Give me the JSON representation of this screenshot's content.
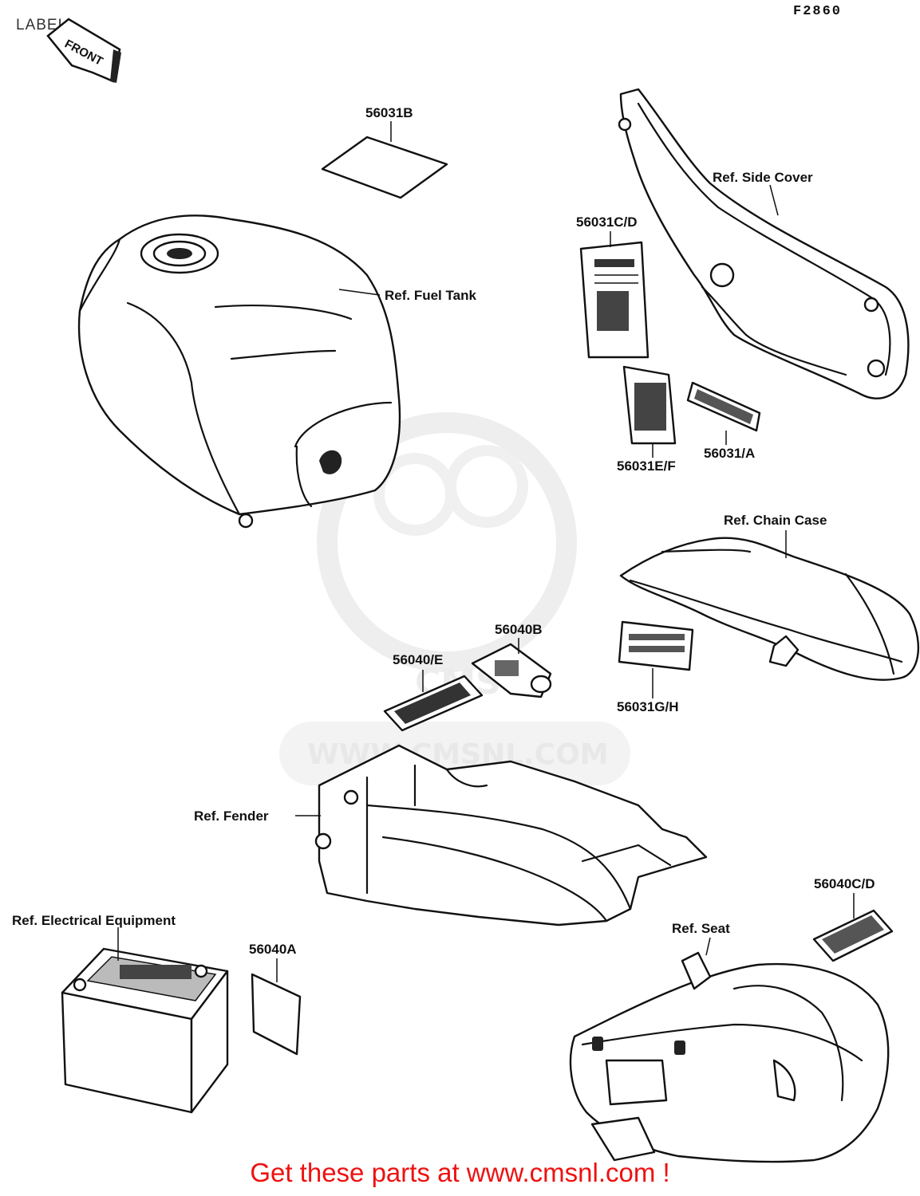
{
  "page_title": "LABEL",
  "figure_code": "F2860",
  "front_arrow": "FRONT",
  "watermark": {
    "brand": "CMS",
    "url": "WWW.CMSNL.COM"
  },
  "part_labels": {
    "p56031b": "56031B",
    "p56031cd": "56031C/D",
    "p56031ef": "56031E/F",
    "p56031a": "56031/A",
    "p56040b": "56040B",
    "p56040e": "56040/E",
    "p56031gh": "56031G/H",
    "p56040cd": "56040C/D",
    "p56040a": "56040A"
  },
  "ref_labels": {
    "side_cover": "Ref. Side Cover",
    "fuel_tank": "Ref. Fuel Tank",
    "chain_case": "Ref. Chain Case",
    "fender": "Ref. Fender",
    "electrical": "Ref. Electrical Equipment",
    "seat": "Ref. Seat"
  },
  "footer_text": "Get these parts at www.cmsnl.com !",
  "colors": {
    "footer": "#ee1111",
    "line": "#111111",
    "watermark": "#e8e8e8"
  }
}
